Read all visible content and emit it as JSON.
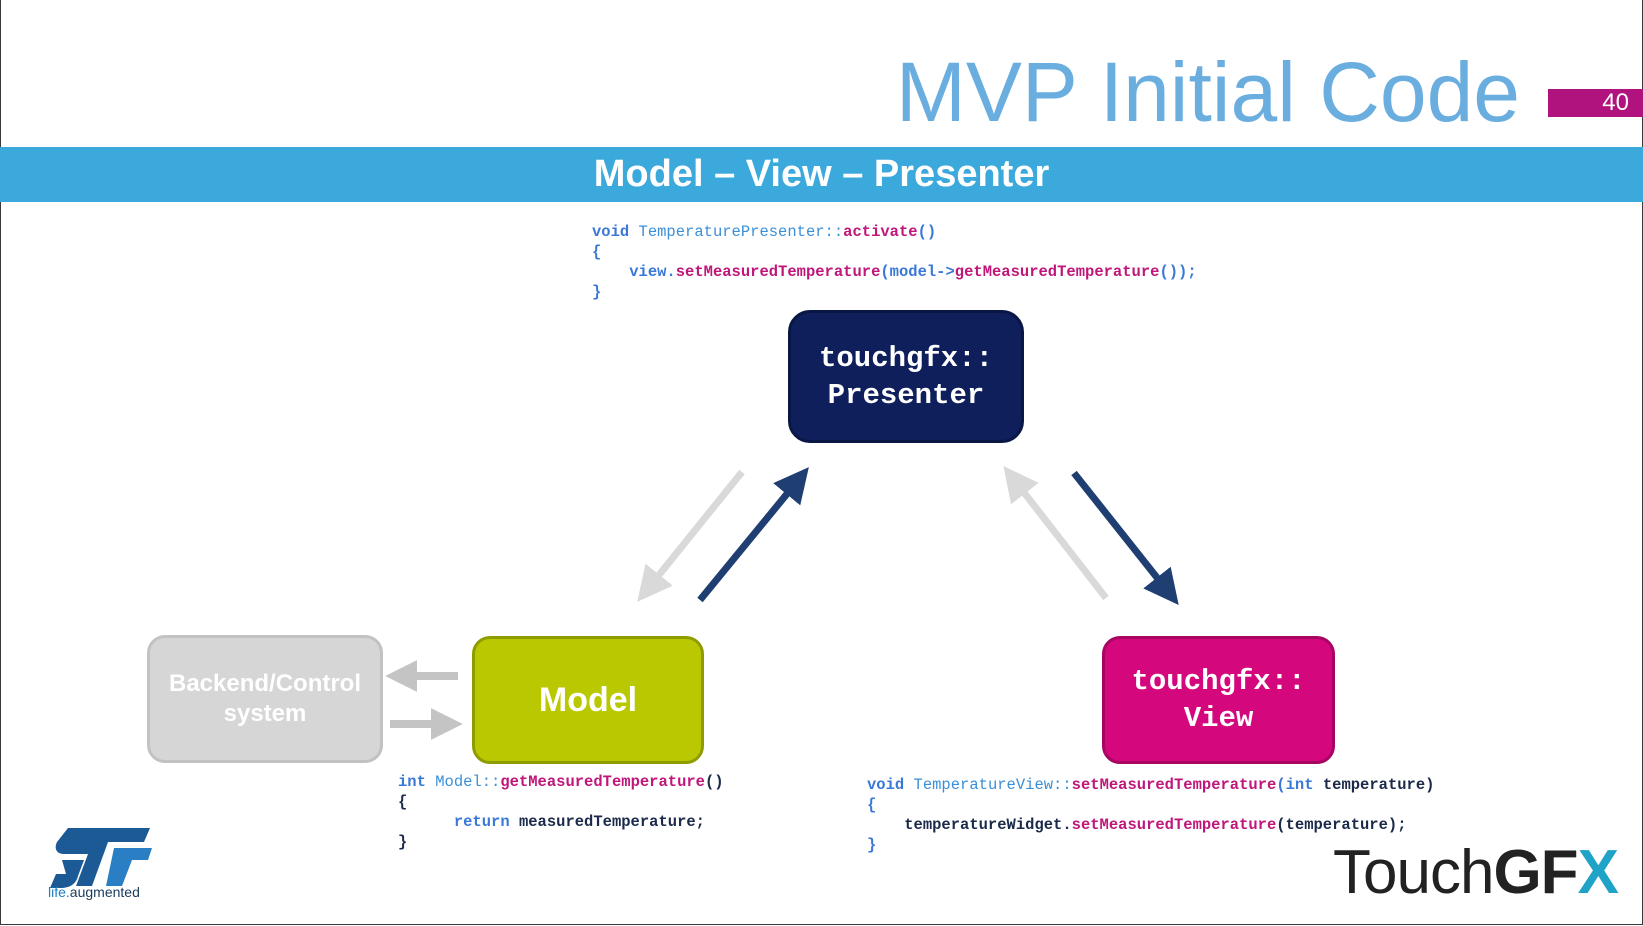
{
  "slide": {
    "title": "MVP Initial Code",
    "page_number": "40",
    "band_title": "Model – View – Presenter"
  },
  "boxes": {
    "presenter": {
      "line1": "touchgfx::",
      "line2": "Presenter"
    },
    "model": {
      "label": "Model"
    },
    "view": {
      "line1": "touchgfx::",
      "line2": "View"
    },
    "backend": {
      "line1": "Backend/Control",
      "line2": "system"
    }
  },
  "code_presenter": {
    "l1_kw": "void",
    "l1_cls": "TemperaturePresenter::",
    "l1_fn": "activate",
    "l1_end": "()",
    "l2": "{",
    "l3_obj": "view.",
    "l3_fn": "setMeasuredTemperature",
    "l3_mid": "(model->",
    "l3_fn2": "getMeasuredTemperature",
    "l3_end": "());",
    "l4": "}"
  },
  "code_model": {
    "l1_kw": "int",
    "l1_cls": "Model::",
    "l1_fn": "getMeasuredTemperature",
    "l1_end": "()",
    "l2": "{",
    "l3_kw": "return",
    "l3_rest": "measuredTemperature;",
    "l4": "}"
  },
  "code_view": {
    "l1_kw": "void",
    "l1_cls": "TemperatureView::",
    "l1_fn": "setMeasuredTemperature",
    "l1_p": "(int",
    "l1_arg": "temperature)",
    "l2": "{",
    "l3_obj": "temperatureWidget.",
    "l3_fn": "setMeasuredTemperature",
    "l3_end": "(temperature);",
    "l4": "}"
  },
  "logos": {
    "st_tag_1": "life.",
    "st_tag_2": "augmented",
    "touch": "Touch",
    "gf": "GF",
    "x": "X"
  },
  "colors": {
    "title": "#6aaee0",
    "band": "#3ca9dd",
    "page_tab": "#b0127e",
    "presenter": "#0f1f5c",
    "model": "#b9c800",
    "view": "#d4077d",
    "backend": "#d6d6d6",
    "arrow_active": "#1f3f73",
    "arrow_inactive": "#d9d9d9"
  }
}
